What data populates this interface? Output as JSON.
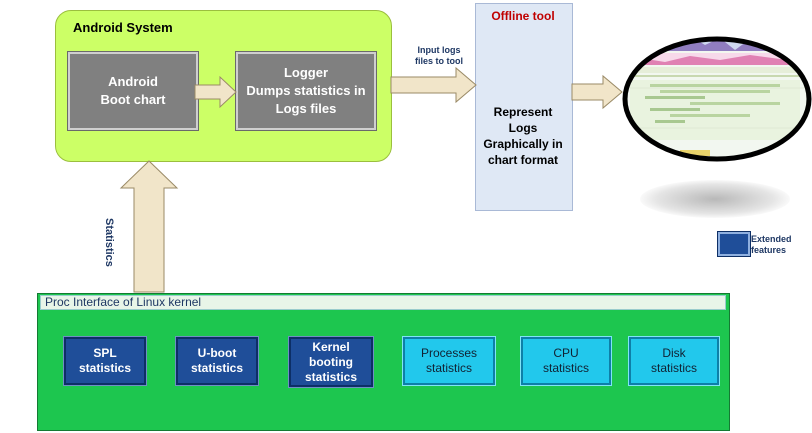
{
  "android_system": {
    "title": "Android System",
    "bootchart": "Android\nBoot chart",
    "logger": "Logger\nDumps statistics in\nLogs  files"
  },
  "input_logs": "Input logs\nfiles  to tool",
  "offline_tool": {
    "title": "Offline tool",
    "body": "Represent\nLogs\nGraphically in\nchart format"
  },
  "statistics_label": "Statistics",
  "proc_interface": {
    "label": "Proc Interface of Linux kernel",
    "boxes": [
      "SPL\nstatistics",
      "U-boot\nstatistics",
      "Kernel\nbooting\nstatistics",
      "Processes\nstatistics",
      "CPU\nstatistics",
      "Disk\nstatistics"
    ]
  },
  "legend": {
    "label": "Extended\nfeatures"
  },
  "colors": {
    "android_bg": "#ccff66",
    "gray_box": "#808080",
    "offline_bg": "#dfe8f5",
    "offline_title": "#c00000",
    "proc_bg": "#1dc64f",
    "dark_box": "#1f4e99",
    "cyan_box": "#22c8ec",
    "arrow": "#f1e5c9"
  }
}
